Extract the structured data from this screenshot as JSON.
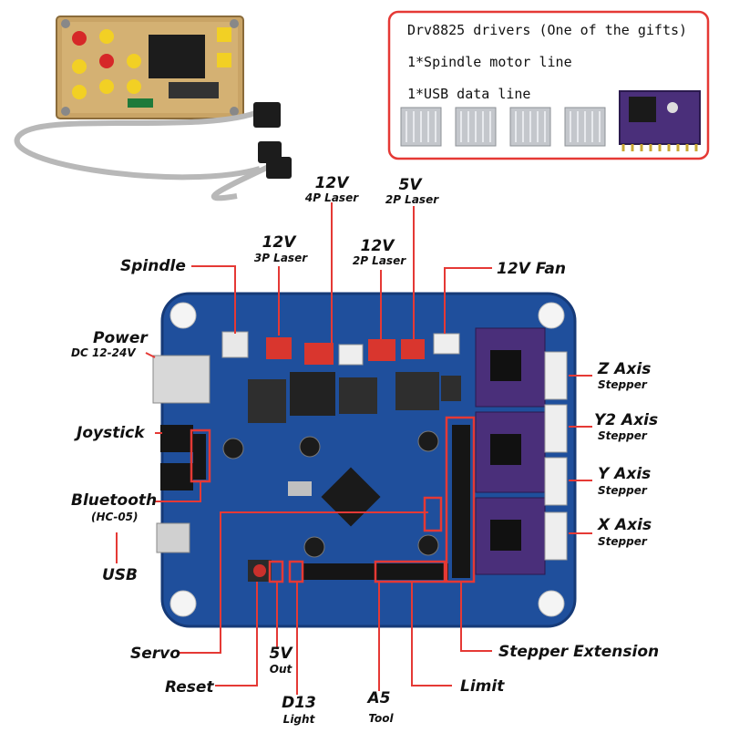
{
  "gifts": {
    "line1": "Drv8825 drivers  (One of the gifts)",
    "line2": "1*Spindle motor line",
    "line3": "1*USB data line"
  },
  "labels": {
    "laser_4p_v": "12V",
    "laser_4p_name": "4P Laser",
    "laser_2p5_v": "5V",
    "laser_2p5_name": "2P Laser",
    "laser_3p_v": "12V",
    "laser_3p_name": "3P Laser",
    "laser_2p12_v": "12V",
    "laser_2p12_name": "2P Laser",
    "spindle": "Spindle",
    "fan": "12V Fan",
    "power": "Power",
    "power_sub": "DC 12-24V",
    "joystick": "Joystick",
    "bluetooth": "Bluetooth",
    "bluetooth_sub": "(HC-05)",
    "usb": "USB",
    "servo": "Servo",
    "reset": "Reset",
    "out5v": "5V",
    "out5v_sub": "Out",
    "d13": "D13",
    "d13_sub": "Light",
    "a5": "A5",
    "a5_sub": "Tool",
    "limit": "Limit",
    "stepper_ext": "Stepper Extension",
    "z_axis": "Z Axis",
    "y2_axis": "Y2 Axis",
    "y_axis": "Y Axis",
    "x_axis": "X Axis",
    "stepper": "Stepper"
  },
  "colors": {
    "accent": "#e53935",
    "pcb": "#1f4f9c",
    "pcb_dark": "#163a78",
    "driver": "#4a2f7a",
    "acrylic": "#c9a466"
  }
}
